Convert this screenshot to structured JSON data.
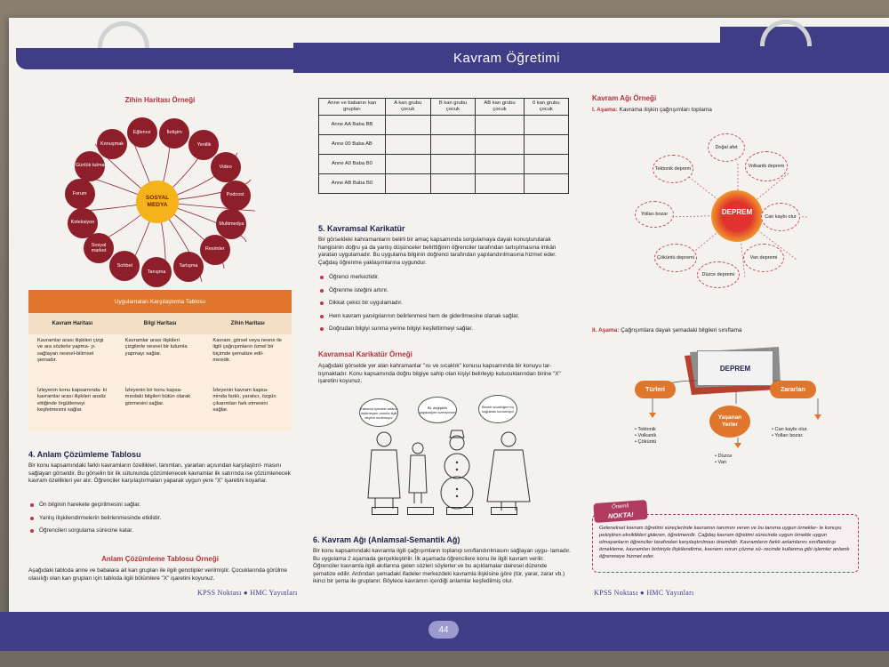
{
  "header": {
    "title": "Kavram Öğretimi"
  },
  "footer": {
    "brand_left": "KPSS Noktası ● HMC Yayınları",
    "brand_right": "KPSS Noktası ● HMC Yayınları",
    "page_number": "44"
  },
  "left": {
    "mindmap_title": "Zihin Haritası Örneği",
    "center": "SOSYAL MEDYA",
    "nodes": [
      "İletişim",
      "Yenilik",
      "Video",
      "Podcost",
      "Multimedya",
      "Resimler",
      "Tartışma",
      "Tanışma",
      "Sohbet",
      "Sosyal market",
      "Koleksiyon",
      "Forum",
      "Günlük tutma",
      "Konuşmak",
      "Eğlence"
    ],
    "compare_title": "Uygulamaları Karşılaştırma Tablosu",
    "compare_heads": [
      "Kavram Haritası",
      "Bilgi Haritası",
      "Zihin Haritası"
    ],
    "compare_rows": [
      [
        "Kavramlar arası ilişkileri çizgi ve ara sözlerle yapma- yı sağlayan nesnel-bilimsel şemadır.",
        "Kavramlar arası ilişkileri çizgilerle nesnel bir tutumla yapmayı sağlar.",
        "Kavram, görsel veya nesne ile ilgili çağrışımların öznel bir biçimde şematize edil- mesidir."
      ],
      [
        "İzleyenin konu kapsamında- ki kavramlar arası ilişkileri analiz ettiğinde örgütlemeyi keşfetmesini sağlar.",
        "İzleyenin bir konu kapsa- mındaki bilgileri bütün olarak görmesini sağlar.",
        "İzleyenin kavram kapsa- minda farklı, yaratıcı, özgün çıkarımları fark etmesini sağlar."
      ]
    ],
    "s4_title": "4.    Anlam Çözümleme Tablosu",
    "s4_text": "Bir konu kapsamındaki farklı kavramların özellikleri, tanımları, yararları açısından karşılaştırıl- masını sağlayan görseldir. Bu görselin bir ilk sütununda çözümlenecek kavramlar ilk satırında ise çözümlenecek kavram özellikleri yer alır. Öğrenciler karşılaştırmaları yaparak uygun yere \"X\" işaretini koyarlar.",
    "s4_bullets": [
      "Ön bilginin harekete geçirilmesini sağlar.",
      "Yanlış ilişkilendirmelerin belirlenmesinde etkilidir.",
      "Öğrencileri sorgulama sürecine katar."
    ],
    "s4_example_title": "Anlam Çözümleme Tablosu Örneği",
    "s4_example_text": "Aşağıdaki tabloda anne ve babalara ait kan grupları ile ilgili genotipler verilmiştir. Çocuklarında görülme olasılığı olan kan grupları için tabloda ilgili bölümlere \"X\" işaretini koyunuz."
  },
  "middle": {
    "table_heads": [
      "Anne ve babanın kan grupları",
      "A kan grubu çocuk",
      "B kan grubu çocuk",
      "AB kan grubu çocuk",
      "0 kan grubu çocuk"
    ],
    "table_rows": [
      "Anne AA Baba BB",
      "Anne 00 Baba AB",
      "Anne A0 Baba B0",
      "Anne AB Baba B0"
    ],
    "s5_title": "5.    Kavramsal Karikatür",
    "s5_text": "Bir görseldeki kahramanların belirli bir amaç kapsamında sorgulamaya dayalı konuşturularak hangisinin doğru ya da yanlış düşünceler belirttiğinin öğrenciler tarafından tartışılmasına imkân yaratan uygulamadır. Bu uygulama bilginin doğrenci tarafından yapılandırılmasına hizmet eder. Çağdaş öğrenme yaklaşımlarına uygundur.",
    "s5_bullets": [
      "Öğrenci merkezlidir.",
      "Öğrenme isteğini artırır.",
      "Dikkat çekici bir uygulamadır.",
      "Hem kavram yanılgılarının belirlenmesi hem de giderilmesine olanak sağlar.",
      "Doğrudan bilgiyi sunma yerine bilgiyi keşfettirmeyi sağlar."
    ],
    "s5_example_title": "Kavramsal Karikatür Örneği",
    "s5_example_text": "Aşağıdaki görselde yer alan kahramanlar \"ısı ve sıcaklık\" konusu kapsamında bir konuyu tar- tışmaktadır. Konu kapsamında doğru bilgiye sahip olan kişiyi belirleyip kutucuklarından birine \"X\" işaretini koyunuz.",
    "speech": [
      "Kabanın içindeki adamı üşütmeyen onunla ilgili deyimi unutmuyor",
      "Bir değişiklik yapacağım cizmiyorum",
      "Benim sıcaklığım bu soğuktan korumuyor"
    ],
    "s6_title": "6.    Kavram Ağı (Anlamsal-Semantik Ağ)",
    "s6_text": "Bir konu kapsamındaki kavramla ilgili çağrışımların toplanıp sınıflandırılmasını sağlayan uygu- lamadır. Bu uygulama 2 aşamada gerçekleştirilir. İlk aşamada öğrencilere konu ile ilgili kavram verilir. Öğrenciler kavramla ilgili akıllarına gelen sözleri söylerler ve bu açıklamalar dairesel düzende şematize edilir. Ardından şemadaki ifadeler merkezdeki kavramla ilişkisine göre (tür, yarar, zarar vb.) ikinci bir şema ile gruplanır. Böylece kavramın içerdiği anlamlar keşfedilmiş olur."
  },
  "right": {
    "title": "Kavram Ağı Örneği",
    "stage1_prefix": "I. Aşama:",
    "stage1_text": "Kavrama ilişkin çağrışımları toplama",
    "center": "DEPREM",
    "assoc": [
      "Doğal afet",
      "Volkanik deprem",
      "Can kaybı olur",
      "Van depremi",
      "Düzce depremi",
      "Çöküntü depremi",
      "Yolları bozar",
      "Tektonik deprem"
    ],
    "stage2_prefix": "II. Aşama:",
    "stage2_text": "Çağrışımlara dayalı şemadaki bilgileri sınıflama",
    "stage2_center": "DEPREM",
    "cat_types": "Türleri",
    "cat_harms": "Zararları",
    "cat_places": "Yaşanan Yerler",
    "types_list": [
      "Tektonik",
      "Volkanik",
      "Çöküntü"
    ],
    "harms_list": [
      "Can kaybı olur.",
      "Yolları bozar."
    ],
    "places_list": [
      "Düzce",
      "Van"
    ],
    "note_badge_1": "Önemli",
    "note_badge_2": "NOKTA!",
    "note_text": "Geleneksel kavram öğretimi süreçlerinde kavramın tanımını veren ve bu tanıma uygun örnekler- le konuyu pekiştiren eksiklikleri gideren, öğretmendir. Çağdaş kavram öğretimi sürecinde uygun örnekle uygun olmayanların öğrenciler tarafından karşılaştırılması önemlidir. Kavramların farklı anlamlarını sınıflandırıp örnekleme, kavramları birbiriyle ilişkilendirme, kavramı sorun çözme sü- recinde kullanma gibi işlemler anlamlı öğrenmeye hizmet eder."
  },
  "colors": {
    "navy": "#3e3d86",
    "maroon": "#8e1f2a",
    "orange": "#e0762b",
    "accent_red": "#c0364a"
  }
}
